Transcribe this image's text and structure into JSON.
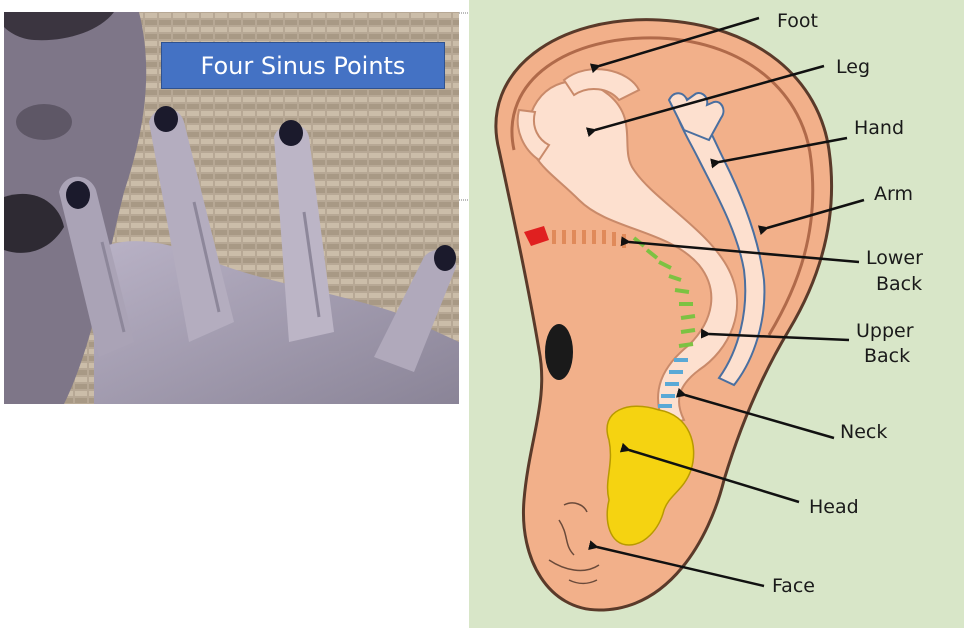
{
  "photo": {
    "caption": "Four Sinus Points"
  },
  "ear_diagram": {
    "labels": {
      "foot": "Foot",
      "leg": "Leg",
      "hand": "Hand",
      "arm": "Arm",
      "lower_back_1": "Lower",
      "lower_back_2": "Back",
      "upper_back_1": "Upper",
      "upper_back_2": "Back",
      "neck": "Neck",
      "head": "Head",
      "face": "Face"
    },
    "colors": {
      "background": "#d8e6c8",
      "ear_skin": "#f2b08a",
      "ear_outline": "#5a3a2a",
      "fetus": "#fde0cf",
      "head": "#f5d311",
      "spine_upper": "#7dc242",
      "spine_lower": "#5aa9d6",
      "accent_red": "#e02020"
    }
  }
}
